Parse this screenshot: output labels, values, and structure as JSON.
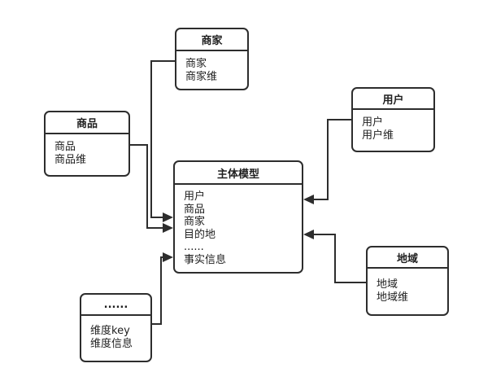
{
  "colors": {
    "stroke": "#2d2d2d",
    "background": "#ffffff",
    "text": "#1f1f1f"
  },
  "entities": {
    "merchant": {
      "title": "商家",
      "fields": [
        "商家",
        "商家维"
      ]
    },
    "product": {
      "title": "商品",
      "fields": [
        "商品",
        "商品维"
      ]
    },
    "user": {
      "title": "用户",
      "fields": [
        "用户",
        "用户维"
      ]
    },
    "subject": {
      "title": "主体模型",
      "fields": [
        "用户",
        "商品",
        "商家",
        "目的地",
        "......",
        "事实信息"
      ]
    },
    "region": {
      "title": "地域",
      "fields": [
        "地域",
        "地域维"
      ]
    },
    "dimension": {
      "title": "......",
      "fields": [
        "维度key",
        "维度信息"
      ]
    }
  }
}
